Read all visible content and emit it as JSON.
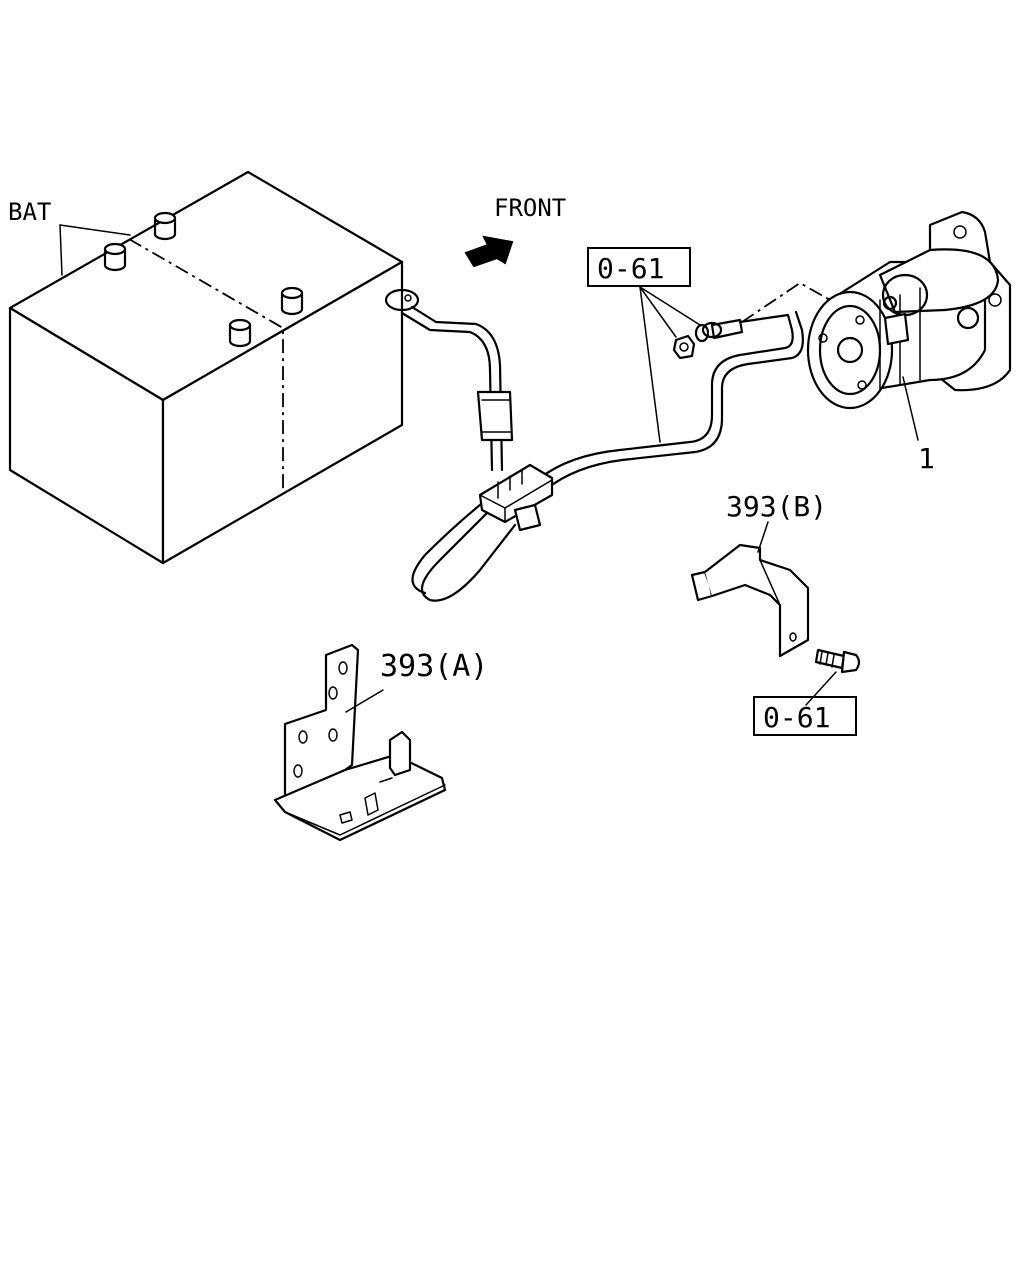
{
  "labels": {
    "battery": "BAT",
    "front": "FRONT",
    "starter_ref": "1",
    "bracket_b": "393(B)",
    "bracket_a": "393(A)",
    "group_ref_top": "0-61",
    "group_ref_bottom": "0-61"
  }
}
